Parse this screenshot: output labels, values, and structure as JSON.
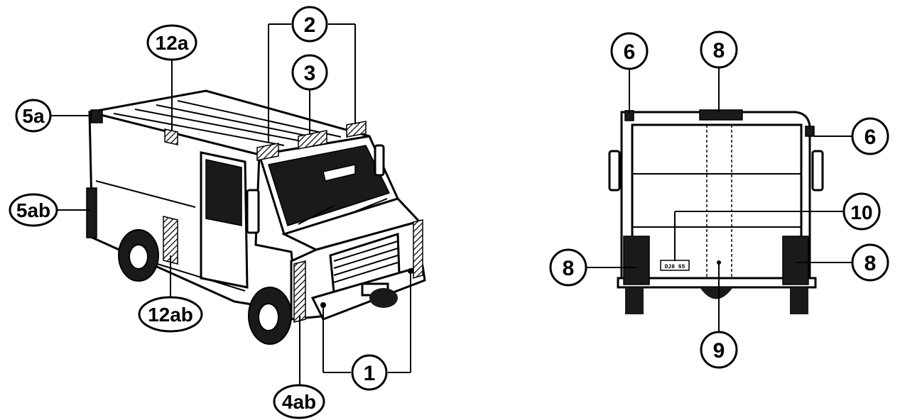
{
  "callouts": {
    "c1": "1",
    "c2": "2",
    "c3": "3",
    "c4ab": "4ab",
    "c5a": "5a",
    "c5ab": "5ab",
    "c12a": "12a",
    "c12ab": "12ab",
    "r6a": "6",
    "r6b": "6",
    "r8top": "8",
    "r8left": "8",
    "r8right": "8",
    "r9": "9",
    "r10": "10"
  },
  "plate_text": "DJ8 65",
  "colors": {
    "ink": "#000000",
    "paper": "#ffffff",
    "marker_dark": "#1a1a1a"
  }
}
